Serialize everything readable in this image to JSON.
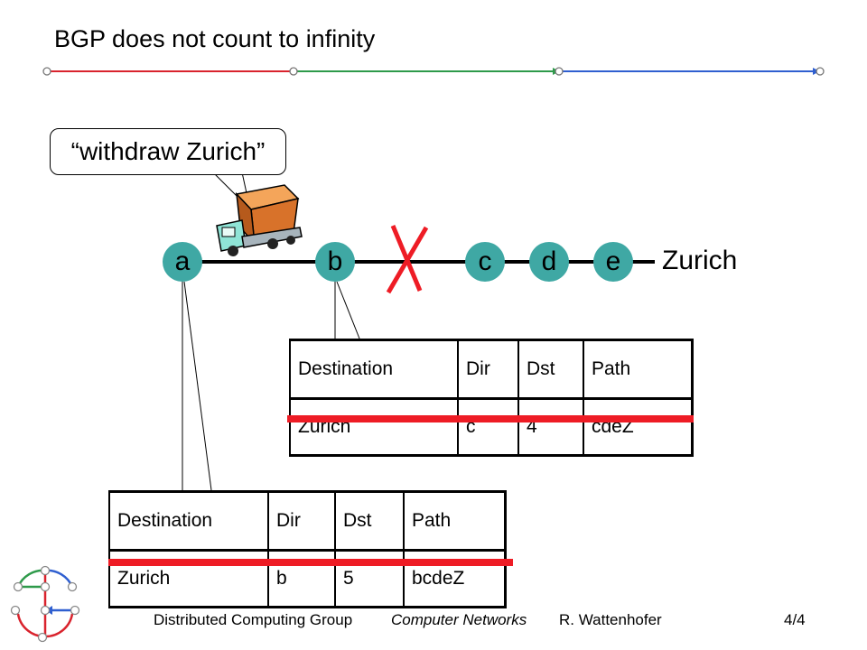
{
  "title": "BGP does not count to infinity",
  "callout": "“withdraw Zurich”",
  "nodes": [
    "a",
    "b",
    "c",
    "d",
    "e"
  ],
  "destination_label": "Zurich",
  "table_b": {
    "headers": [
      "Destination",
      "Dir",
      "Dst",
      "Path"
    ],
    "row": [
      "Zurich",
      "c",
      "4",
      "cdeZ"
    ]
  },
  "table_a": {
    "headers": [
      "Destination",
      "Dir",
      "Dst",
      "Path"
    ],
    "row": [
      "Zurich",
      "b",
      "5",
      "bcdeZ"
    ]
  },
  "footer": {
    "group": "Distributed Computing Group",
    "course": "Computer Networks",
    "author": "R. Wattenhofer",
    "page": "4/4"
  },
  "colors": {
    "node_fill": "#3fa8a4",
    "strike": "#ee1c25",
    "bar_red": "#d9232d",
    "bar_green": "#2e9a4a",
    "bar_blue": "#2f5fd0"
  }
}
